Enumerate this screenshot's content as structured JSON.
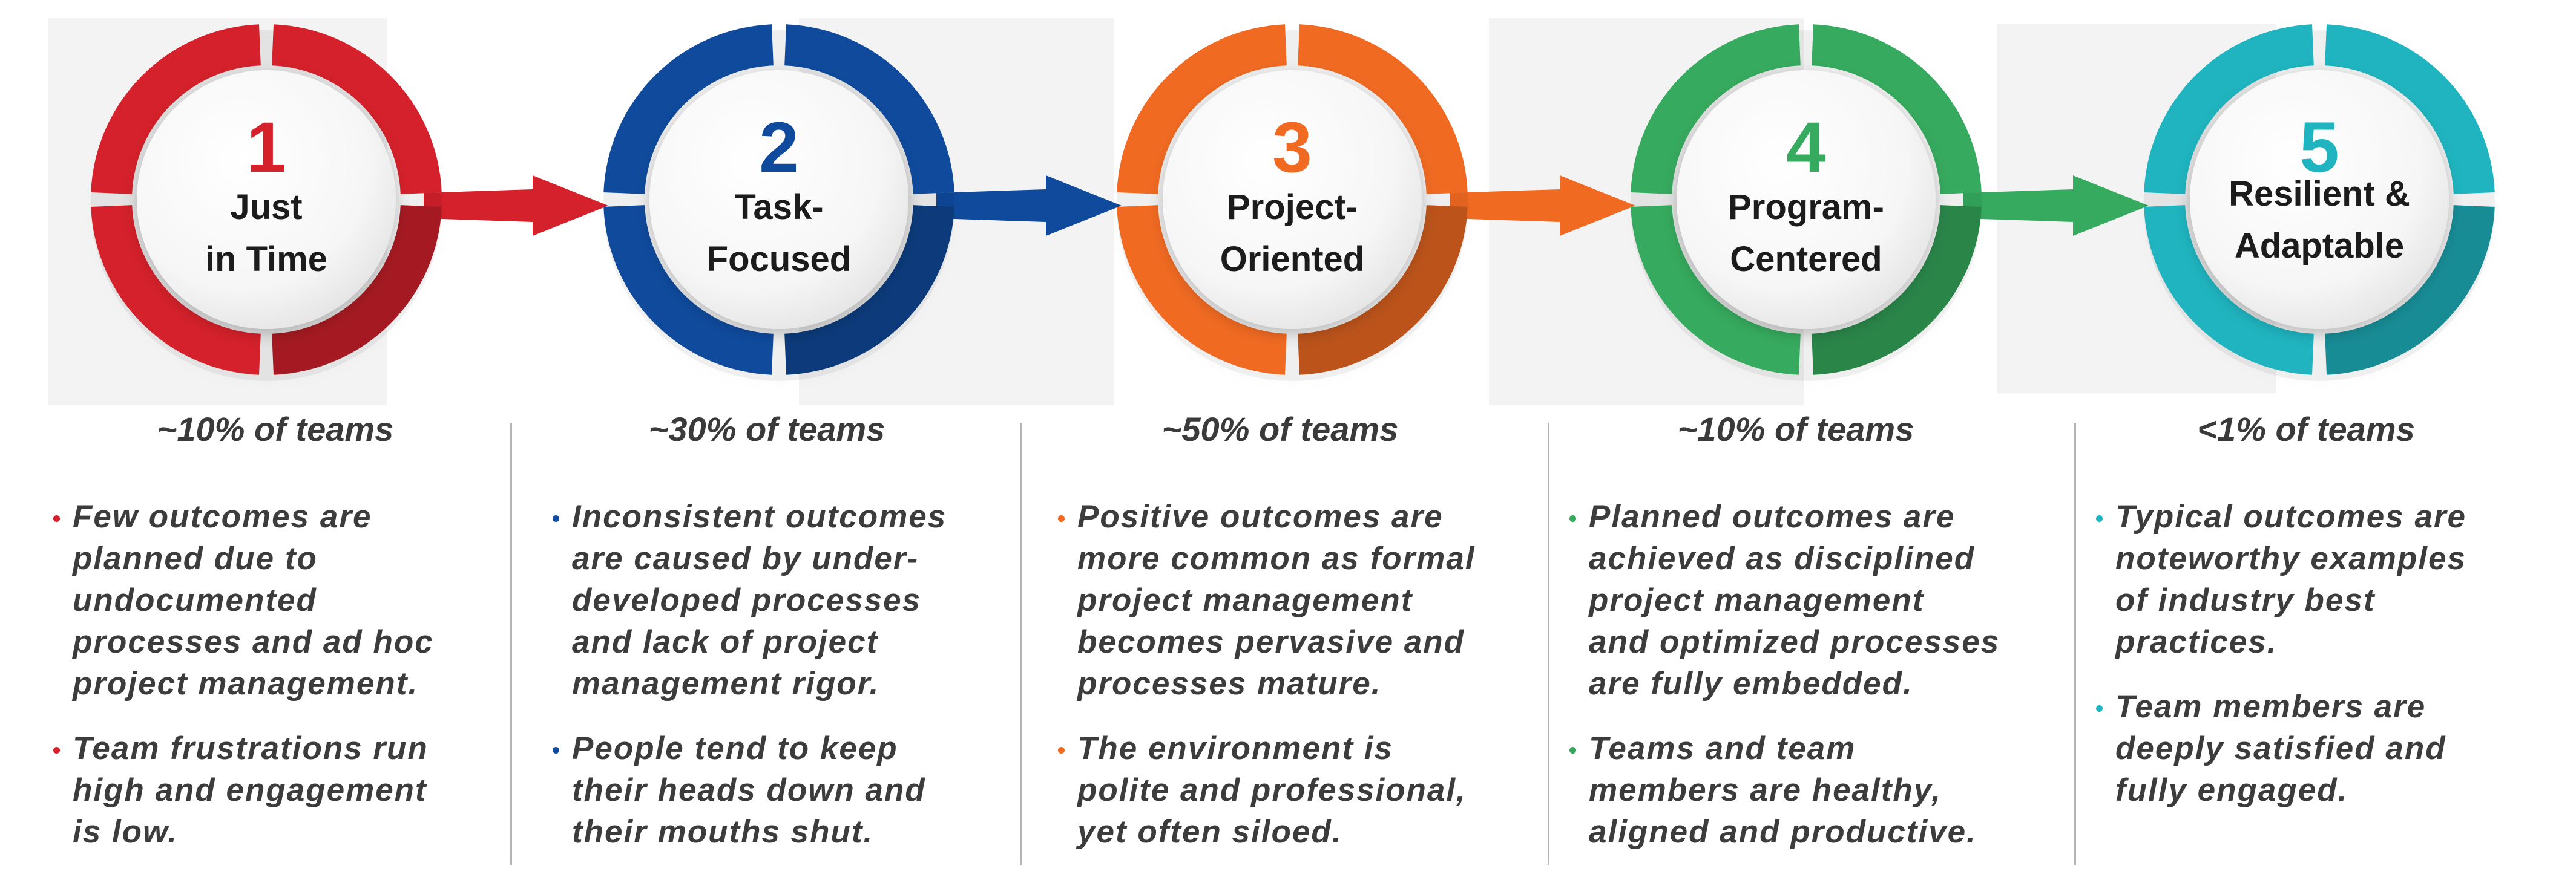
{
  "stages": [
    {
      "number": "1",
      "title_lines": [
        "Just",
        "in Time"
      ],
      "teams": "~10% of teams",
      "color": "#d4212b",
      "bullets": [
        [
          "Few outcomes are",
          "planned due to",
          "undocumented",
          "processes and ad hoc",
          "project management."
        ],
        [
          "Team frustrations run",
          "high and engagement",
          "is low."
        ]
      ]
    },
    {
      "number": "2",
      "title_lines": [
        "Task-",
        "Focused"
      ],
      "teams": "~30% of teams",
      "color": "#0f4a9c",
      "bullets": [
        [
          "Inconsistent outcomes",
          "are caused by under-",
          "developed processes",
          "and lack of project",
          "management rigor."
        ],
        [
          "People tend to keep",
          "their heads down and",
          "their mouths shut."
        ]
      ]
    },
    {
      "number": "3",
      "title_lines": [
        "Project-",
        "Oriented"
      ],
      "teams": "~50% of teams",
      "color": "#f06a22",
      "bullets": [
        [
          "Positive outcomes are",
          "more common as formal",
          "project management",
          "becomes pervasive and",
          "processes mature."
        ],
        [
          "The environment is",
          "polite and professional,",
          "yet often siloed."
        ]
      ]
    },
    {
      "number": "4",
      "title_lines": [
        "Program-",
        "Centered"
      ],
      "teams": "~10% of teams",
      "color": "#36aa5e",
      "bullets": [
        [
          "Planned outcomes are",
          "achieved as disciplined",
          "project management",
          "and optimized processes",
          "are fully embedded."
        ],
        [
          "Teams and team",
          "members are healthy,",
          "aligned and productive."
        ]
      ]
    },
    {
      "number": "5",
      "title_lines": [
        "Resilient &",
        "Adaptable"
      ],
      "teams": "<1% of teams",
      "color": "#1fb4bf",
      "bullets": [
        [
          "Typical outcomes are",
          "noteworthy examples",
          "of industry best",
          "practices."
        ],
        [
          "Team members are",
          "deeply satisfied and",
          "fully engaged."
        ]
      ]
    }
  ]
}
